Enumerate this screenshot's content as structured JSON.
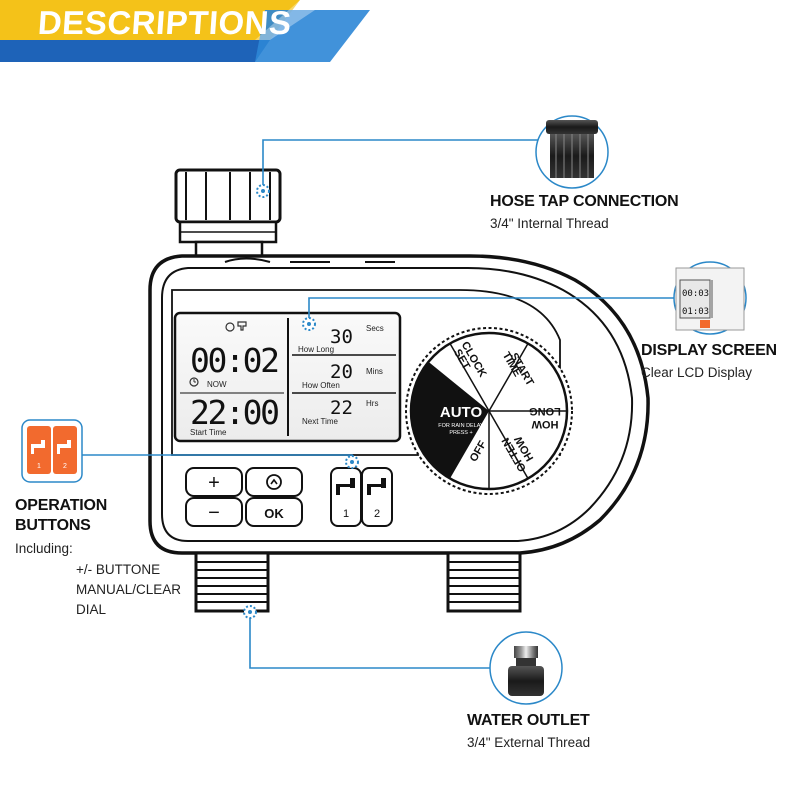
{
  "banner": {
    "title": "DESCRIPTIONS"
  },
  "lcd": {
    "now_time": "00:02",
    "now_label": "NOW",
    "start_time": "22:00",
    "start_label": "Start Time",
    "how_long_value": "30",
    "how_long_unit": "Secs",
    "how_long_label": "How Long",
    "how_often_value": "20",
    "how_often_unit": "Mins",
    "how_often_label": "How Often",
    "next_time_value": "22",
    "next_time_unit": "Hrs",
    "next_time_label": "Next Time"
  },
  "dial": {
    "set_clock": [
      "SET",
      "CLOCK"
    ],
    "start_time": [
      "START",
      "TIME"
    ],
    "how_long": [
      "HOW",
      "LONG"
    ],
    "how_often": [
      "HOW",
      "OFTEN"
    ],
    "off": "OFF",
    "auto": "AUTO",
    "rain_delay": [
      "FOR RAIN DELAY",
      "PRESS +"
    ]
  },
  "buttons": {
    "plus": "+",
    "minus": "−",
    "ok": "OK",
    "manual_icon": "circle-arrows-icon",
    "valve_1": "1",
    "valve_2": "2"
  },
  "callouts": {
    "hose": {
      "title": "HOSE TAP CONNECTION",
      "sub": "3/4\" Internal Thread"
    },
    "display": {
      "title": "DISPLAY SCREEN",
      "sub": "Clear LCD Display"
    },
    "operation": {
      "title1": "OPERATION",
      "title2": "BUTTONS",
      "including": "Including:",
      "items": [
        "+/- BUTTONE",
        "MANUAL/CLEAR",
        "DIAL"
      ]
    },
    "outlet": {
      "title": "WATER OUTLET",
      "sub": "3/4\" External Thread"
    },
    "thumb_lcd": [
      "00:03",
      "01:03"
    ]
  },
  "colors": {
    "accent_blue": "#2b88c8",
    "banner_blue": "#1e63b8",
    "banner_yellow": "#f4c219",
    "button_orange": "#f26a2e"
  }
}
